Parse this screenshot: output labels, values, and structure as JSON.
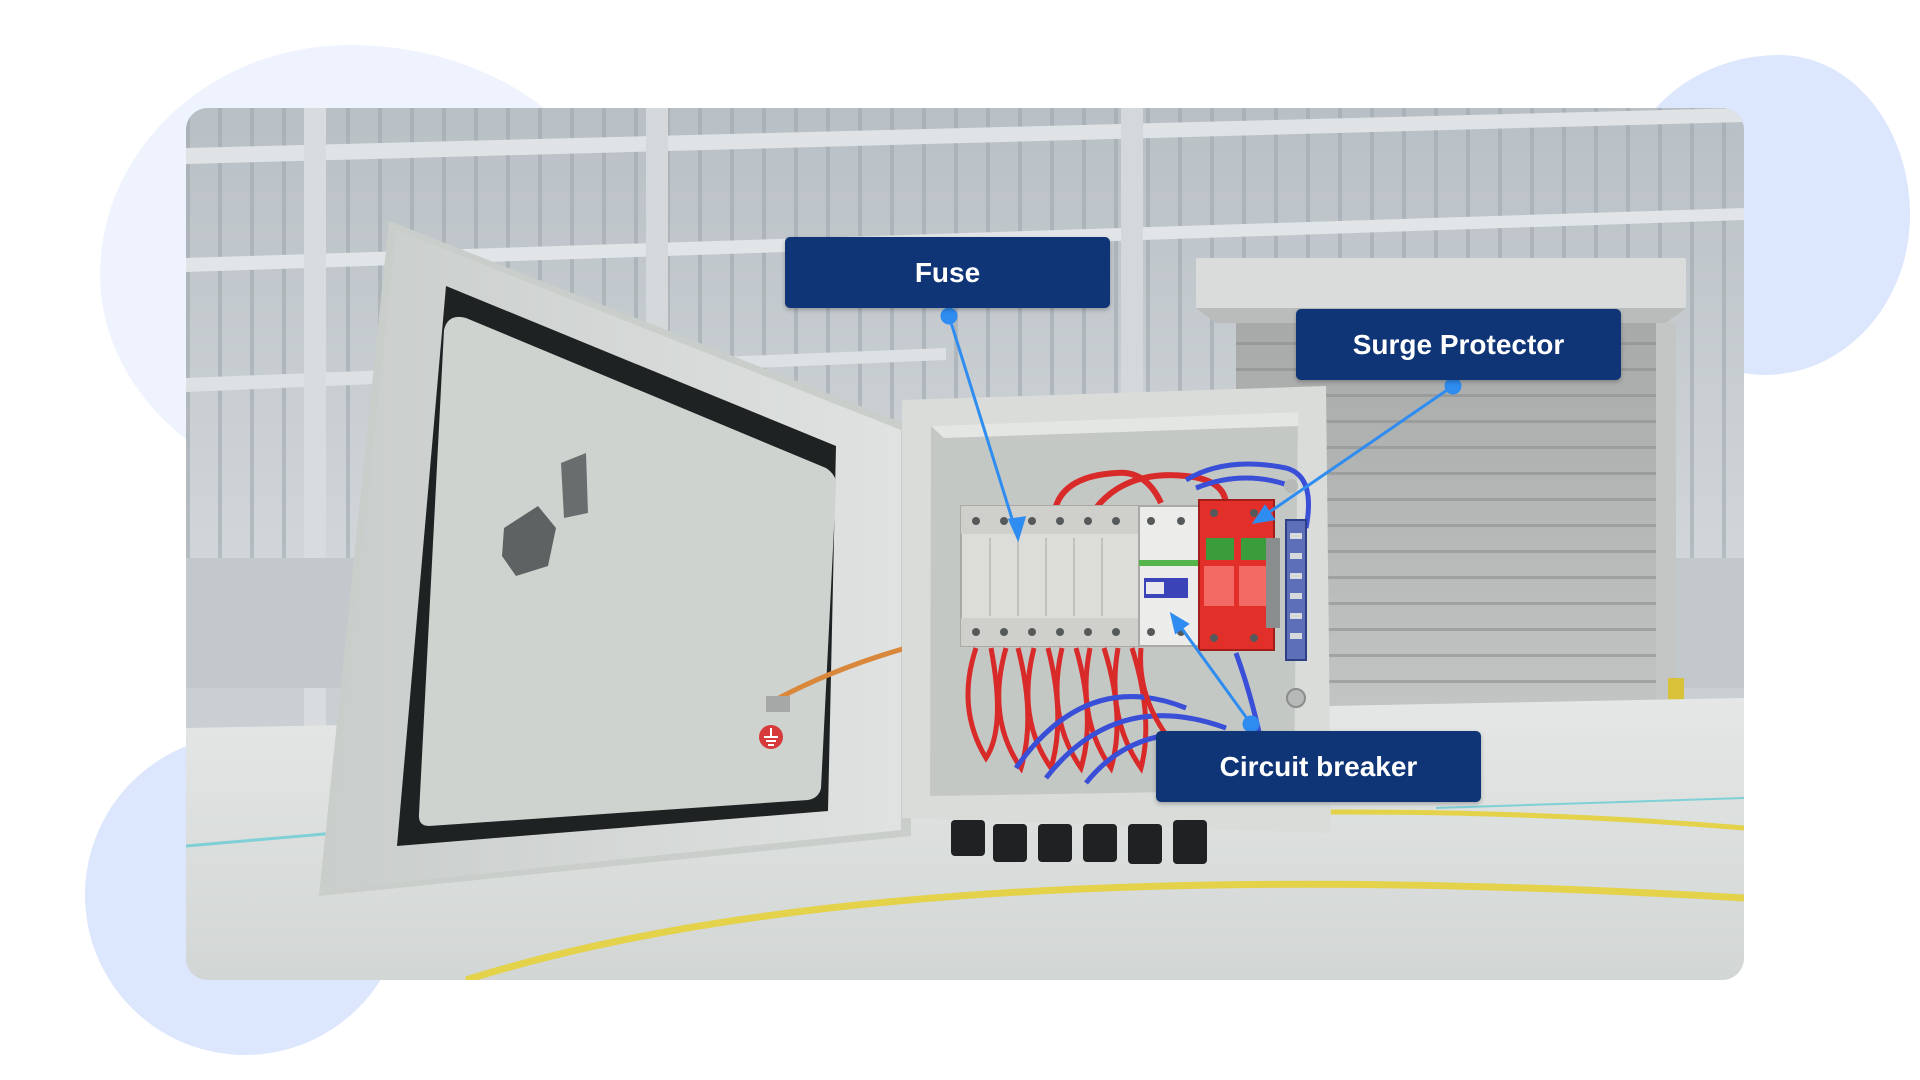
{
  "annotations": {
    "fuse": "Fuse",
    "surge_protector": "Surge Protector",
    "circuit_breaker": "Circuit breaker"
  },
  "icons": [
    "ground-symbol-icon"
  ],
  "colors": {
    "label_bg": "#0f3576",
    "label_text": "#ffffff",
    "leader_line": "#2f8cf0",
    "blob": "#dce6fd",
    "surge_protector": "#e32f2a",
    "wire_red": "#d92a2a",
    "wire_blue": "#3a4fd8"
  }
}
